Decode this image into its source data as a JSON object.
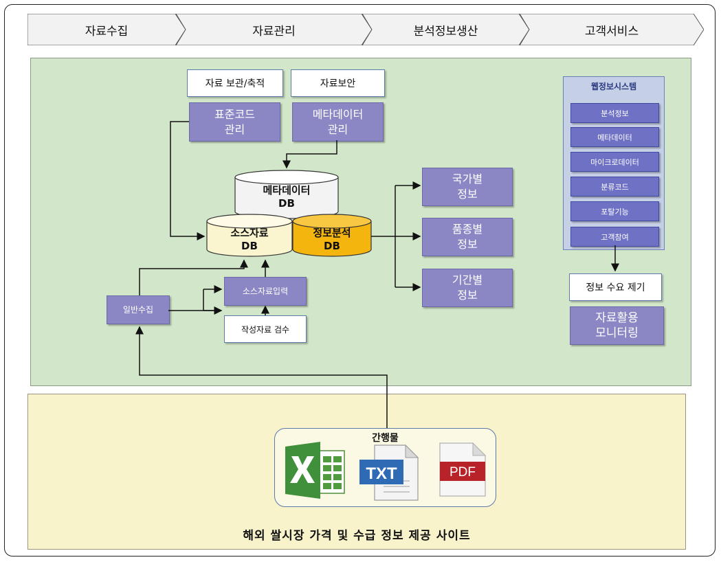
{
  "stages": [
    "자료수집",
    "자료관리",
    "분석정보생산",
    "고객서비스"
  ],
  "management": {
    "archive_label": "자료 보관/축적",
    "security_label": "자료보안",
    "standard_code": [
      "표준코드",
      "관리"
    ],
    "metadata_mgmt": [
      "메타데이터",
      "관리"
    ]
  },
  "databases": {
    "metadata_db": [
      "메타데이터",
      "DB"
    ],
    "source_db": [
      "소스자료",
      "DB"
    ],
    "analysis_db": [
      "정보분석",
      "DB"
    ]
  },
  "collection": {
    "general": "일반수집",
    "source_input": "소스자료입력",
    "review": "작성자료 검수"
  },
  "outputs": [
    [
      "국가별",
      "정보"
    ],
    [
      "품종별",
      "정보"
    ],
    [
      "기간별",
      "정보"
    ]
  ],
  "web_system": {
    "title": "웹정보시스템",
    "items": [
      "분석정보",
      "메타데이터",
      "마이크로데이터",
      "분류코드",
      "포탈기능",
      "고객참여"
    ]
  },
  "customer": {
    "feedback": "정보 수요 제기",
    "monitoring": [
      "자료활용",
      "모니터링"
    ]
  },
  "publications": {
    "title": "간행물",
    "icons": [
      "excel-icon",
      "txt-icon",
      "pdf-icon"
    ],
    "txt_label": "TXT",
    "pdf_label": "PDF"
  },
  "site_title": "해외 쌀시장 가격 및 수급 정보 제공 사이트",
  "colors": {
    "green_bg": "#d2e6c9",
    "yellow_bg": "#f8f3cb",
    "purple_box": "#8b87c4",
    "web_item": "#6f72c4",
    "source_db": "#fbf5cf",
    "analysis_db": "#f5b50f",
    "metadata_db": "#f3f3f3"
  }
}
